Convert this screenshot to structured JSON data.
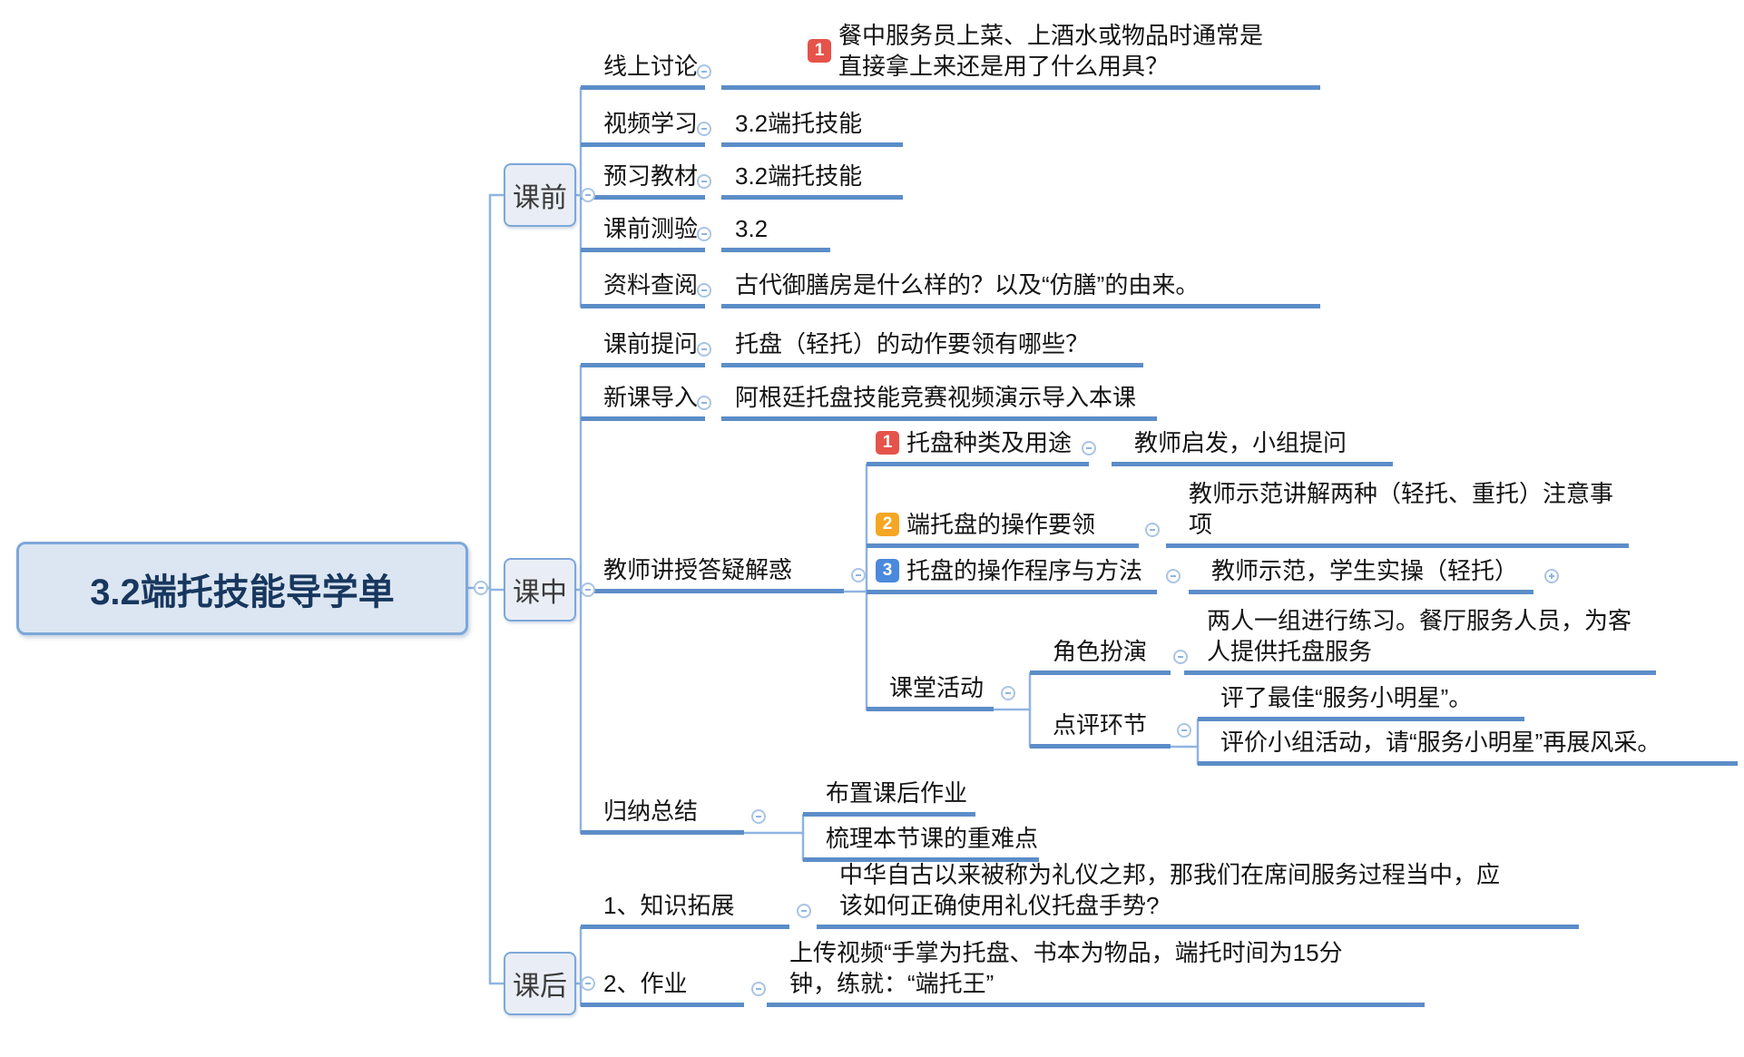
{
  "root": {
    "title": "3.2端托技能导学单"
  },
  "pre": {
    "label": "课前",
    "online_discussion": {
      "label": "线上讨论",
      "badge": "1",
      "note": "餐中服务员上菜、上酒水或物品时通常是\n直接拿上来还是用了什么用具？"
    },
    "video_study": {
      "label": "视频学习",
      "note": "3.2端托技能"
    },
    "preview_textbook": {
      "label": "预习教材",
      "note": "3.2端托技能"
    },
    "pre_quiz": {
      "label": "课前测验",
      "note": "3.2"
    },
    "material_research": {
      "label": "资料查阅",
      "note": "古代御膳房是什么样的？以及“仿膳”的由来。"
    }
  },
  "mid": {
    "label": "课中",
    "pre_question": {
      "label": "课前提问",
      "note": "托盘（轻托）的动作要领有哪些？"
    },
    "new_lesson_intro": {
      "label": "新课导入",
      "note": "阿根廷托盘技能竞赛视频演示导入本课"
    },
    "teacher_lecture": {
      "label": "教师讲授答疑解惑",
      "tray_types": {
        "badge": "1",
        "label": "托盘种类及用途",
        "note": "教师启发，小组提问"
      },
      "tray_operation": {
        "badge": "2",
        "label": "端托盘的操作要领",
        "note": "教师示范讲解两种（轻托、重托）注意事\n项"
      },
      "tray_procedure": {
        "badge": "3",
        "label": "托盘的操作程序与方法",
        "note": "教师示范，学生实操（轻托）"
      },
      "class_activity": {
        "label": "课堂活动",
        "role_play": {
          "label": "角色扮演",
          "note": "两人一组进行练习。餐厅服务人员，为客\n人提供托盘服务"
        },
        "review": {
          "label": "点评环节",
          "note1": "评了最佳“服务小明星”。",
          "note2": "评价小组活动，请“服务小明星”再展风采。"
        }
      }
    },
    "summary": {
      "label": "归纳总结",
      "note1": "布置课后作业",
      "note2": "梳理本节课的重难点"
    }
  },
  "post": {
    "label": "课后",
    "knowledge_expansion": {
      "label": "1、知识拓展",
      "note": "中华自古以来被称为礼仪之邦，那我们在席间服务过程当中，应\n该如何正确使用礼仪托盘手势?"
    },
    "homework": {
      "label": "2、作业",
      "note": "上传视频“手掌为托盘、书本为物品，端托时间为15分\n钟，练就：“端托王”"
    }
  }
}
